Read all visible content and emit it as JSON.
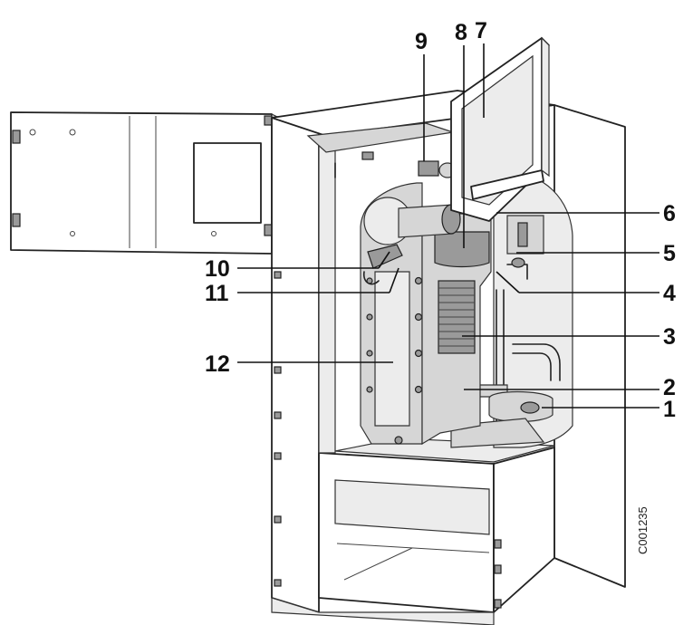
{
  "figure_code": "C001235",
  "callouts": [
    {
      "id": "1",
      "label": "1"
    },
    {
      "id": "2",
      "label": "2"
    },
    {
      "id": "3",
      "label": "3"
    },
    {
      "id": "4",
      "label": "4"
    },
    {
      "id": "5",
      "label": "5"
    },
    {
      "id": "6",
      "label": "6"
    },
    {
      "id": "7",
      "label": "7"
    },
    {
      "id": "8",
      "label": "8"
    },
    {
      "id": "9",
      "label": "9"
    },
    {
      "id": "10",
      "label": "10"
    },
    {
      "id": "11",
      "label": "11"
    },
    {
      "id": "12",
      "label": "12"
    }
  ]
}
